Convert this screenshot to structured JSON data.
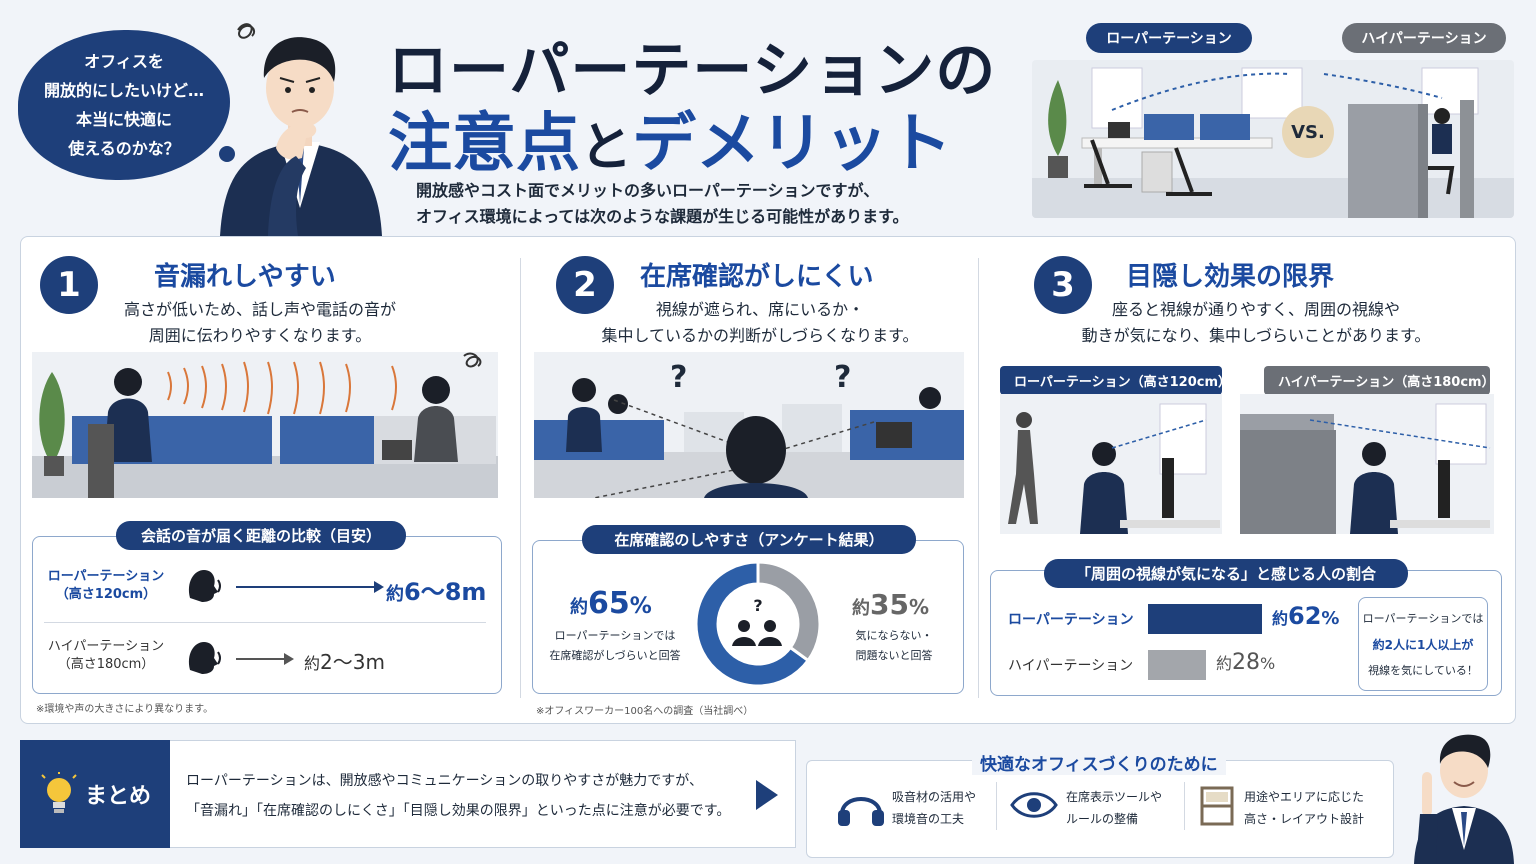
{
  "header": {
    "bubble_lines": [
      "オフィスを",
      "開放的にしたいけど…",
      "本当に快適に",
      "使えるのかな？"
    ],
    "title_line1": "ローパーテーションの",
    "title_line2a": "注意点",
    "title_line2b": "と",
    "title_line2c": "デメリット",
    "intro_lines": [
      "開放感やコスト面でメリットの多いローパーテーションですが、",
      "オフィス環境によっては次のような課題が生じる可能性があります。"
    ],
    "compare_low": "ローパーテーション",
    "compare_high": "ハイパーテーション",
    "vs": "VS."
  },
  "sections": [
    {
      "num": "1",
      "title": "音漏れしやすい",
      "desc": [
        "高さが低いため、話し声や電話の音が",
        "周囲に伝わりやすくなります。"
      ],
      "box_title": "会話の音が届く距離の比較（目安）",
      "rows": [
        {
          "label1": "ローパーテーション",
          "label2": "（高さ120cm）",
          "value_pre": "約",
          "value": "6〜8m",
          "fraction": 1.0
        },
        {
          "label1": "ハイパーテーション",
          "label2": "（高さ180cm）",
          "value_pre": "約",
          "value": "2〜3m",
          "fraction": 0.36
        }
      ],
      "note": "※環境や声の大きさにより異なります。"
    },
    {
      "num": "2",
      "title": "在席確認がしにくい",
      "desc": [
        "視線が遮られ、席にいるか・",
        "集中しているかの判断がしづらくなります。"
      ],
      "box_title": "在席確認のしやすさ（アンケート結果）",
      "q1": "?",
      "q2": "?",
      "donut": [
        {
          "pre": "約",
          "value": 65,
          "unit": "%",
          "label1": "ローパーテーションでは",
          "label2": "在席確認がしづらいと回答",
          "color": "#2d5fa8"
        },
        {
          "pre": "約",
          "value": 35,
          "unit": "%",
          "label1": "気にならない・",
          "label2": "問題ないと回答",
          "color": "#9a9ea5"
        }
      ],
      "donut_center": "?",
      "note": "※オフィスワーカー100名への調査（当社調べ）"
    },
    {
      "num": "3",
      "title": "目隠し効果の限界",
      "desc": [
        "座ると視線が通りやすく、周囲の視線や",
        "動きが気になり、集中しづらいことがあります。"
      ],
      "tag_low": "ローパーテーション（高さ120cm）",
      "tag_high": "ハイパーテーション（高さ180cm）",
      "box_title": "「周囲の視線が気になる」と感じる人の割合",
      "bars": [
        {
          "label": "ローパーテーション",
          "pre": "約",
          "value": 62,
          "unit": "%",
          "color": "#1e3f7a"
        },
        {
          "label": "ハイパーテーション",
          "pre": "約",
          "value": 28,
          "unit": "%",
          "color": "#a3a6ab"
        }
      ],
      "callout": [
        "ローパーテーションでは",
        "約2人に1人以上が",
        "視線を気にしている！"
      ]
    }
  ],
  "summary": {
    "label": "まとめ",
    "lines": [
      "ローパーテーションは、開放感やコミュニケーションの取りやすさが魅力ですが、",
      "「音漏れ」「在席確認のしにくさ」「目隠し効果の限界」といった点に注意が必要です。"
    ]
  },
  "tips": {
    "title": "快適なオフィスづくりのために",
    "items": [
      {
        "icon": "headphones-icon",
        "line1": "吸音材の活用や",
        "line2": "環境音の工夫"
      },
      {
        "icon": "eye-icon",
        "line1": "在席表示ツールや",
        "line2": "ルールの整備"
      },
      {
        "icon": "partition-icon",
        "line1": "用途やエリアに応じた",
        "line2": "高さ・レイアウト設計"
      }
    ]
  },
  "colors": {
    "navy": "#1e3f7a",
    "accent_blue": "#1b4aa0",
    "gray": "#9a9ea5",
    "sound": "#d9773a"
  }
}
